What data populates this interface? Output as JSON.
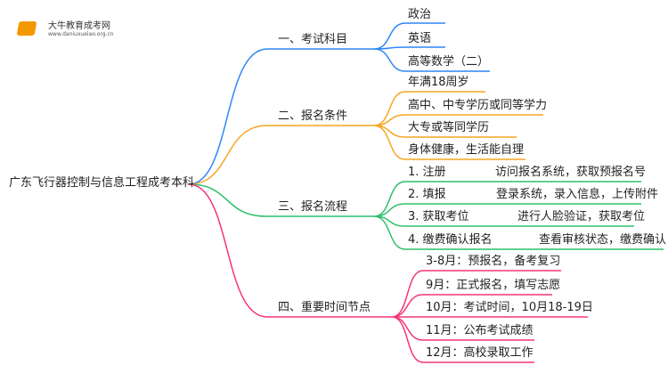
{
  "logo": {
    "title": "大牛教育成考网",
    "url": "www.daniuxueiao.org.cn"
  },
  "root": "广东飞行器控制与信息工程成考本科",
  "colors": {
    "b1": "#2f86f6",
    "b2": "#f5a623",
    "b3": "#2dbf6c",
    "b4": "#f5357a"
  },
  "branches": [
    {
      "label": "一、考试科目",
      "items": [
        "政治",
        "英语",
        "高等数学（二）"
      ]
    },
    {
      "label": "二、报名条件",
      "items": [
        "年满18周岁",
        "高中、中专学历或同等学力",
        "大专或等同学历",
        "身体健康，生活能自理"
      ]
    },
    {
      "label": "三、报名流程",
      "items": [
        {
          "step": "1. 注册",
          "desc": "访问报名系统，获取预报名号"
        },
        {
          "step": "2. 填报",
          "desc": "登录系统，录入信息，上传附件"
        },
        {
          "step": "3. 获取考位",
          "desc": "进行人脸验证，获取考位"
        },
        {
          "step": "4. 缴费确认报名",
          "desc": "查看审核状态，缴费确认"
        }
      ]
    },
    {
      "label": "四、重要时间节点",
      "items": [
        "3-8月：预报名，备考复习",
        "9月：正式报名，填写志愿",
        "10月：考试时间，10月18-19日",
        "11月：公布考试成绩",
        "12月：高校录取工作"
      ]
    }
  ]
}
